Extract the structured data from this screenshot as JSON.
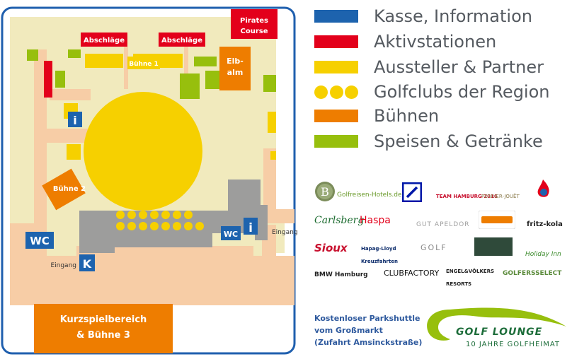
{
  "colors": {
    "blue": "#1d63ae",
    "red": "#e3001b",
    "yellow": "#f6d000",
    "orange": "#ee7d00",
    "green": "#97bf0d",
    "gray": "#9d9d9c",
    "ground": "#f1eabd",
    "path": "#f7cda6",
    "border": "#1f5fae"
  },
  "map": {
    "labels": {
      "pirates_course": [
        "Pirates",
        "Course"
      ],
      "abschlaege_1": "Abschläge",
      "abschlaege_2": "Abschläge",
      "buehne_1": "Bühne 1",
      "elbalm": [
        "Elb-",
        "alm"
      ],
      "buehne_2": "Bühne 2",
      "wc_left": "WC",
      "wc_center": "WC",
      "info_icon": "i",
      "k_icon": "K",
      "eingang_left": "Eingang",
      "eingang_right": "Eingang",
      "kurzspiel": [
        "Kurzspielbereich",
        "& Bühne 3"
      ]
    }
  },
  "legend": [
    {
      "label": "Kasse, Information",
      "color": "#1d63ae",
      "style": "bar"
    },
    {
      "label": "Aktivstationen",
      "color": "#e3001b",
      "style": "bar"
    },
    {
      "label": "Aussteller & Partner",
      "color": "#f6d000",
      "style": "bar"
    },
    {
      "label": "Golfclubs der Region",
      "color": "#f6d000",
      "style": "dots"
    },
    {
      "label": "Bühnen",
      "color": "#ee7d00",
      "style": "bar"
    },
    {
      "label": "Speisen & Getränke",
      "color": "#97bf0d",
      "style": "bar"
    }
  ],
  "sponsors": {
    "r1": [
      "Golfreisen-Hotels.de",
      "TEAM HAMBURG 2016",
      "PERRIER-JOUËT"
    ],
    "r2": [
      "Carlsberg",
      "Haspa",
      "GUT APELDOR",
      "fritz-kola"
    ],
    "r3": [
      "Sioux",
      "Hapag-Lloyd Kreuzfahrten",
      "GOLF",
      "Holiday Inn"
    ],
    "r4": [
      "BMW Hamburg",
      "CLUBFACTORY",
      "ENGEL&VÖLKERS RESORTS",
      "GOLFERSSELECT"
    ]
  },
  "shuttle": {
    "lines": [
      "Kostenloser Parkshuttle",
      "vom Großmarkt",
      "(Zufahrt Amsinckstraße)"
    ]
  },
  "golf_lounge": {
    "name": "GOLF LOUNGE",
    "tagline": "10 JAHRE GOLFHEIMAT"
  }
}
